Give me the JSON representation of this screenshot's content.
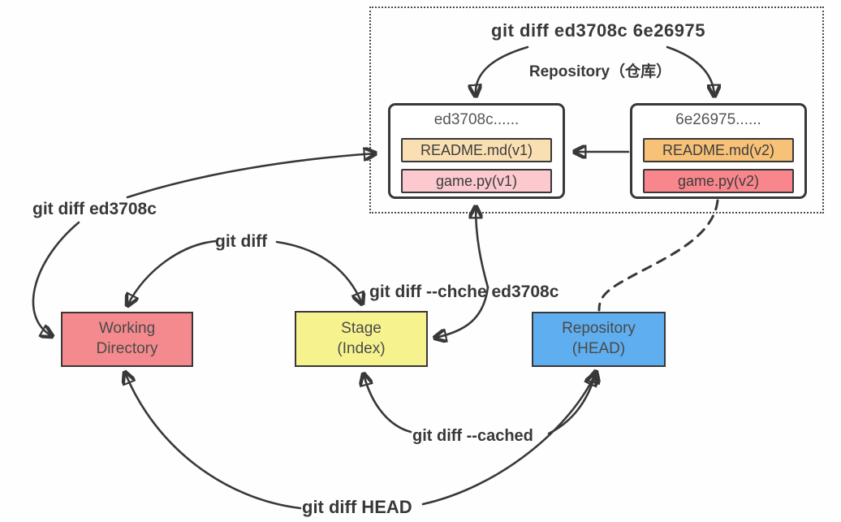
{
  "canvas": {
    "background": "#fefefe",
    "line_color": "#383838"
  },
  "repository_group": {
    "command_label": "git diff ed3708c 6e26975",
    "group_label": "Repository（仓库）",
    "commits": [
      {
        "id": "ed3708c......",
        "files": [
          {
            "name": "README.md(v1)",
            "color": "#FADFB3"
          },
          {
            "name": "game.py(v1)",
            "color": "#FBC9CE"
          }
        ]
      },
      {
        "id": "6e26975......",
        "files": [
          {
            "name": "README.md(v2)",
            "color": "#F7C178"
          },
          {
            "name": "game.py(v2)",
            "color": "#F8868C"
          }
        ]
      }
    ]
  },
  "areas": [
    {
      "line1": "Working",
      "line2": "Directory",
      "color": "#F48A8D"
    },
    {
      "line1": "Stage",
      "line2": "(Index)",
      "color": "#F6F38F"
    },
    {
      "line1": "Repository",
      "line2": "(HEAD)",
      "color": "#5FAEEF"
    }
  ],
  "edge_labels": {
    "working_vs_commit": "git diff ed3708c",
    "working_vs_stage": "git diff",
    "stage_vs_commit": "git diff --chche ed3708c",
    "stage_vs_head": "git diff --cached",
    "working_vs_head": "git diff HEAD"
  }
}
